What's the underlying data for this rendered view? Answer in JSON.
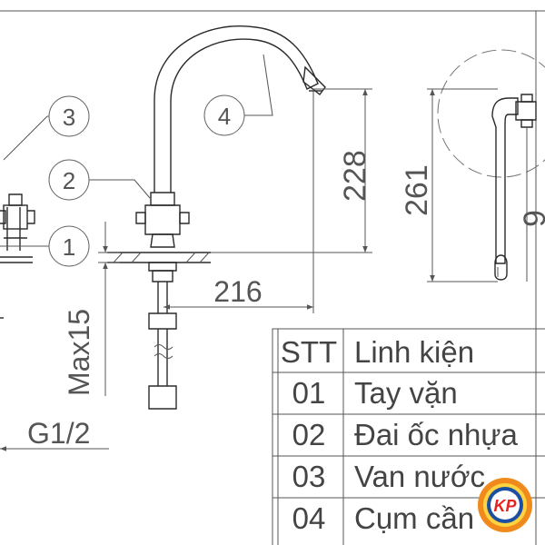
{
  "callouts": [
    "1",
    "2",
    "3",
    "4"
  ],
  "dimensions": {
    "height_228": "228",
    "height_261": "261",
    "reach_216": "216",
    "max_15": "Max15",
    "thread": "G1/2",
    "partial": "9"
  },
  "parts_table": {
    "headers": [
      "STT",
      "Linh kiện"
    ],
    "rows": [
      [
        "01",
        "Tay vặn"
      ],
      [
        "02",
        "Đai ốc nhựa"
      ],
      [
        "03",
        "Van nước"
      ],
      [
        "04",
        "Cụm cần"
      ]
    ]
  },
  "logo": {
    "text": "KP",
    "colors": {
      "ring": "#f08a1c",
      "inner": "#1a4fa3",
      "letters": "#e52421"
    }
  },
  "colors": {
    "line": "#2a2a2a",
    "dimension": "#555555",
    "text": "#444444"
  }
}
